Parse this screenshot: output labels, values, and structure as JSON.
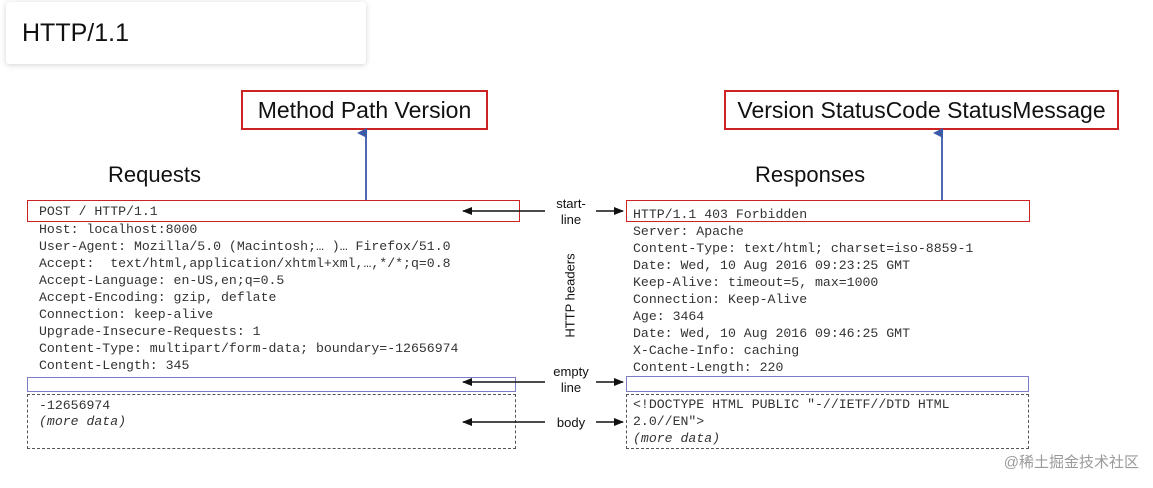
{
  "title": "HTTP/1.1",
  "requests": {
    "heading": "Requests",
    "startline_label_box": "Method Path Version",
    "start_line": "POST / HTTP/1.1",
    "headers": [
      "Host: localhost:8000",
      "User-Agent: Mozilla/5.0 (Macintosh;… )… Firefox/51.0",
      "Accept:  text/html,application/xhtml+xml,…,*/*;q=0.8",
      "Accept-Language: en-US,en;q=0.5",
      "Accept-Encoding: gzip, deflate",
      "Connection: keep-alive",
      "Upgrade-Insecure-Requests: 1",
      "Content-Type: multipart/form-data; boundary=-12656974",
      "Content-Length: 345"
    ],
    "body_lines": [
      "-12656974"
    ],
    "body_more": "(more data)"
  },
  "responses": {
    "heading": "Responses",
    "startline_label_box": "Version StatusCode StatusMessage",
    "start_line": "HTTP/1.1 403 Forbidden",
    "headers": [
      "Server: Apache",
      "Content-Type: text/html; charset=iso-8859-1",
      "Date: Wed, 10 Aug 2016 09:23:25 GMT",
      "Keep-Alive: timeout=5, max=1000",
      "Connection: Keep-Alive",
      "Age: 3464",
      "Date: Wed, 10 Aug 2016 09:46:25 GMT",
      "X-Cache-Info: caching",
      "Content-Length: 220"
    ],
    "body_lines": [
      "<!DOCTYPE HTML PUBLIC \"-//IETF//DTD HTML",
      "2.0//EN\">"
    ],
    "body_more": "(more data)"
  },
  "middle_labels": {
    "start_line": [
      "start-",
      "line"
    ],
    "http_headers": "HTTP headers",
    "empty_line": [
      "empty",
      "line"
    ],
    "body": "body"
  },
  "watermark": "@稀土掘金技术社区",
  "colors": {
    "red_box": "#cc2222",
    "blue_arrow": "#3a5aa8",
    "empty_line_box": "#7d7dc6"
  }
}
